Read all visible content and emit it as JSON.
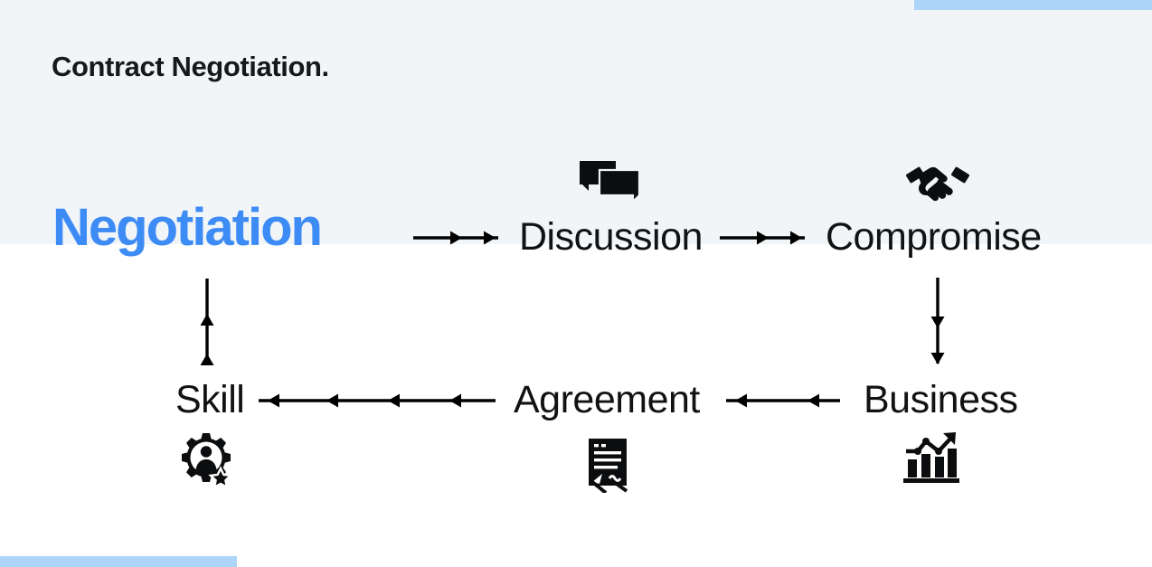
{
  "page": {
    "title_prefix": "Contract ",
    "title_highlight": "Negotiation.",
    "accent_color": "#3d8bf5",
    "highlight_color": "#aed4fa",
    "band_color": "#f1f5f8",
    "text_color": "#111213"
  },
  "decor": {
    "top_right_bar": "blue-bar",
    "bottom_left_bar": "blue-bar"
  },
  "diagram": {
    "nodes": [
      {
        "id": "negotiation",
        "label": "Negotiation",
        "accent": true,
        "icon": null
      },
      {
        "id": "discussion",
        "label": "Discussion",
        "accent": false,
        "icon": "chat-bubbles-icon"
      },
      {
        "id": "compromise",
        "label": "Compromise",
        "accent": false,
        "icon": "handshake-icon"
      },
      {
        "id": "skill",
        "label": "Skill",
        "accent": false,
        "icon": "gear-person-star-icon"
      },
      {
        "id": "agreement",
        "label": "Agreement",
        "accent": false,
        "icon": "contract-document-icon"
      },
      {
        "id": "business",
        "label": "Business",
        "accent": false,
        "icon": "bar-chart-growth-icon"
      }
    ],
    "connectors": [
      {
        "id": "negotiation-to-discussion",
        "from": "negotiation",
        "to": "discussion",
        "direction": "right",
        "heads": 2
      },
      {
        "id": "discussion-to-compromise",
        "from": "discussion",
        "to": "compromise",
        "direction": "right",
        "heads": 2
      },
      {
        "id": "compromise-to-business",
        "from": "compromise",
        "to": "business",
        "direction": "down",
        "heads": 2
      },
      {
        "id": "business-to-agreement",
        "from": "business",
        "to": "agreement",
        "direction": "left",
        "heads": 2
      },
      {
        "id": "agreement-to-skill",
        "from": "agreement",
        "to": "skill",
        "direction": "left",
        "heads": 4
      },
      {
        "id": "skill-to-negotiation",
        "from": "skill",
        "to": "negotiation",
        "direction": "up",
        "heads": 2
      }
    ]
  }
}
